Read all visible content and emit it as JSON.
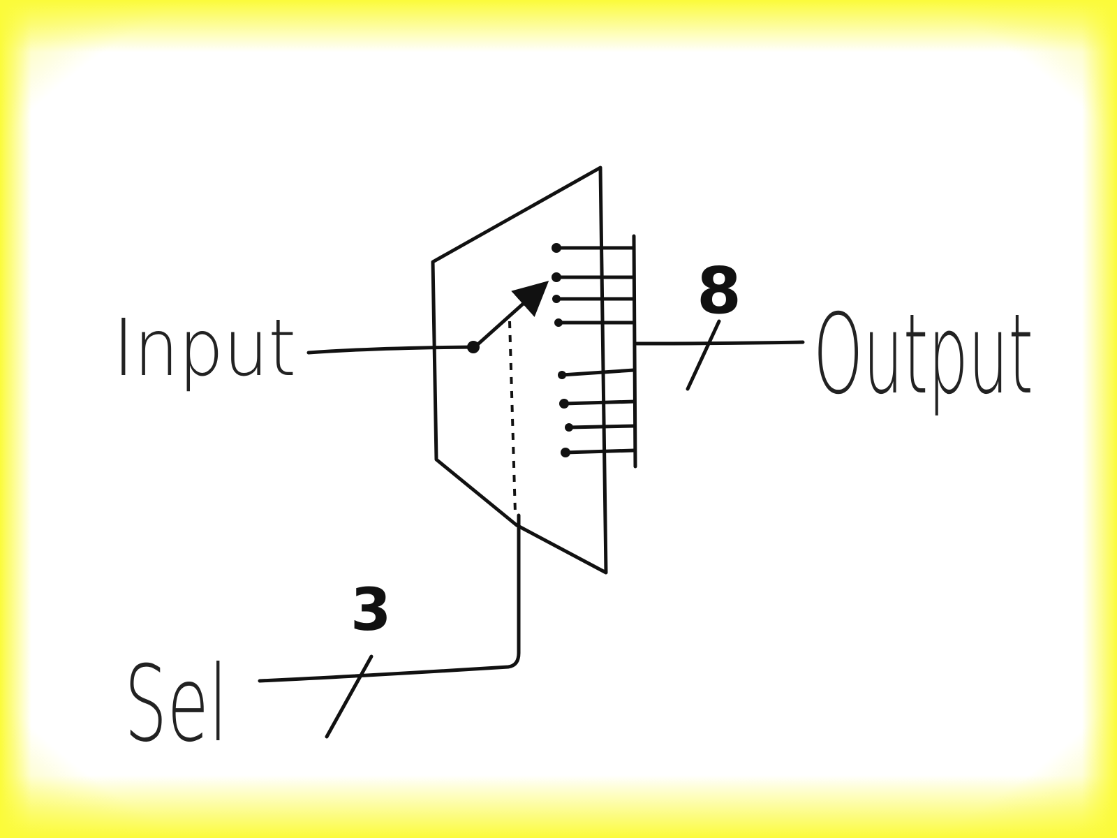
{
  "labels": {
    "input": "Input",
    "output": "Output",
    "sel": "Sel",
    "output_width": "8",
    "sel_width": "3"
  },
  "colors": {
    "ink": "#111111",
    "frame": "#fbfb3a",
    "background": "#ffffff"
  }
}
